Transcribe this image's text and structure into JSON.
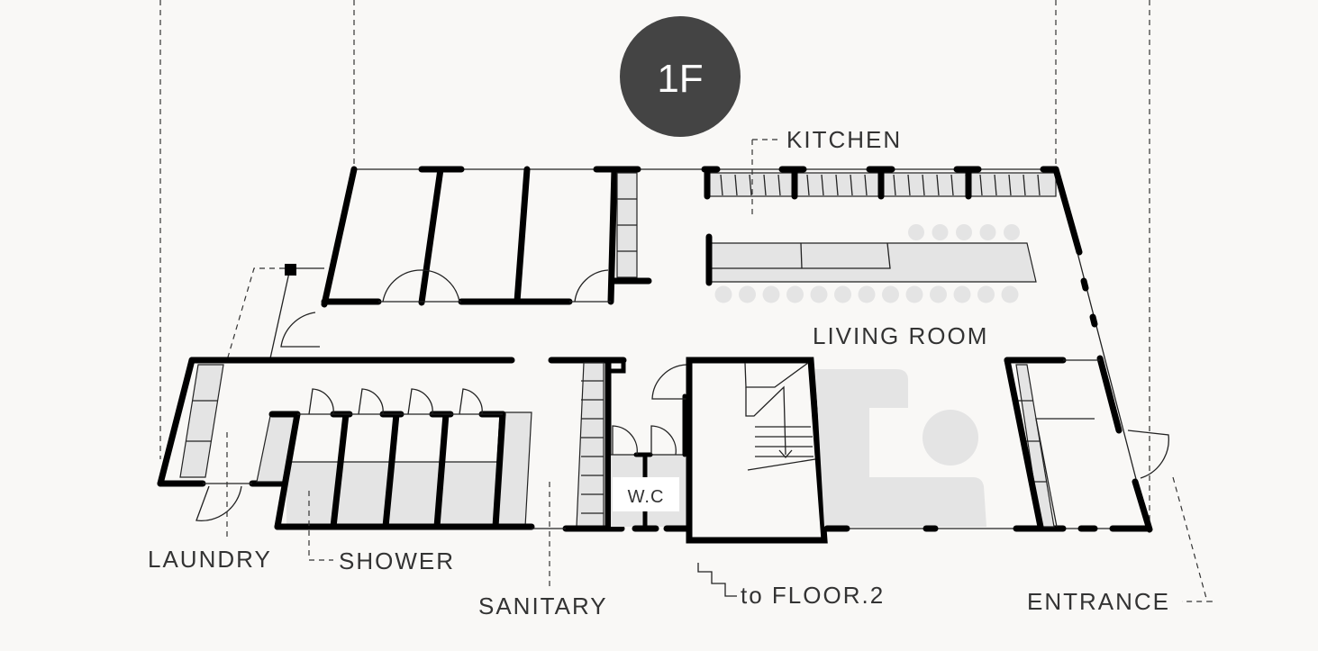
{
  "floor_badge": "1F",
  "rooms": {
    "kitchen": "KITCHEN",
    "living_room": "LIVING ROOM",
    "laundry": "LAUNDRY",
    "shower": "SHOWER",
    "sanitary": "SANITARY",
    "wc": "W.C",
    "stairs": "to FLOOR.2",
    "entrance": "ENTRANCE"
  },
  "colors": {
    "badge": "#444444",
    "furniture": "#e4e4e4",
    "wall": "#000000",
    "background": "#f9f8f6"
  }
}
